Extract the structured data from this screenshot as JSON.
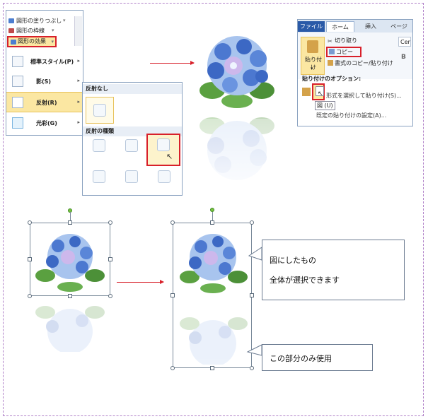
{
  "menu": {
    "items": [
      {
        "label": "図形の塗りつぶし",
        "arrow": "▾"
      },
      {
        "label": "図形の枠線",
        "arrow": "▾"
      },
      {
        "label": "図形の効果",
        "arrow": "▾"
      }
    ],
    "submenu": [
      {
        "label": "標準スタイル(P)"
      },
      {
        "label": "影(S)"
      },
      {
        "label": "反射(R)"
      },
      {
        "label": "光彩(G)"
      }
    ]
  },
  "gallery": {
    "header_none": "反射なし",
    "header_types": "反射の種類"
  },
  "ribbon": {
    "tabs": [
      "ファイル",
      "ホーム",
      "挿入",
      "ページ"
    ],
    "paste_label": "貼り付け",
    "cut_label": "切り取り",
    "copy_label": "コピー",
    "format_copy_label": "書式のコピー/貼り付け",
    "font_partial": "Cer",
    "paste_options_label": "貼り付けのオプション:",
    "picture_hint": "図 (U)",
    "paste_special": "形式を選択して貼り付け(S)...",
    "paste_default": "既定の貼り付けの設定(A)..."
  },
  "callouts": {
    "picture_line1": "図にしたもの",
    "picture_line2": "全体が選択できます",
    "portion_only": "この部分のみ使用"
  },
  "colors": {
    "accent_red": "#d8202a",
    "ribbon_blue": "#2a5aa8",
    "highlight": "#fbe7a2"
  }
}
